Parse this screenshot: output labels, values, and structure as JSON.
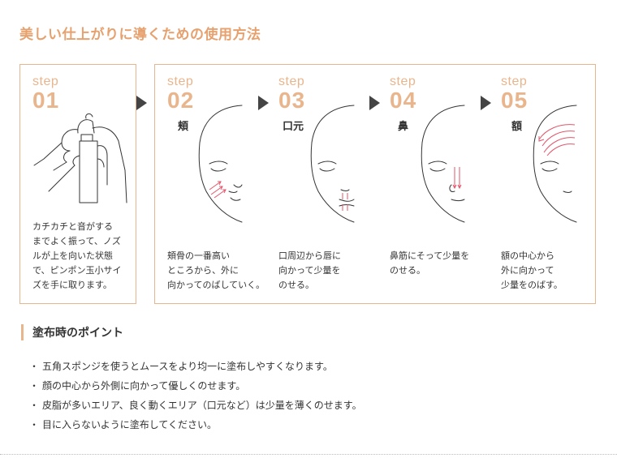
{
  "title": "美しい仕上がりに導くための使用方法",
  "step_word": "step",
  "steps": [
    {
      "num": "01",
      "area": "",
      "desc": "カチカチと音がする\nまでよく振って、ノズ\nルが上を向いた状態\nで、ピンポン玉小サイ\nズを手に取ります。"
    },
    {
      "num": "02",
      "area": "頬",
      "desc": "頬骨の一番高い\nところから、外に\n向かってのばしていく。"
    },
    {
      "num": "03",
      "area": "口元",
      "desc": "口周辺から唇に\n向かって少量を\nのせる。"
    },
    {
      "num": "04",
      "area": "鼻",
      "desc": "鼻筋にそって少量を\nのせる。"
    },
    {
      "num": "05",
      "area": "額",
      "desc": "額の中心から\n外に向かって\n少量をのばす。"
    }
  ],
  "points": {
    "title": "塗布時のポイント",
    "bullet": "・",
    "items": [
      "五角スポンジを使うとムースをより均一に塗布しやすくなります。",
      "顔の中心から外側に向かって優しくのせます。",
      "皮脂が多いエリア、良く動くエリア（口元など）は少量を薄くのせます。",
      "目に入らないように塗布してください。"
    ]
  },
  "colors": {
    "accent": "#e6a16e",
    "border": "#e9b58d",
    "arrow": "#444444",
    "marks": "#e2556a"
  },
  "icons": [
    "hands-bottle-illustration",
    "face-cheek-illustration",
    "face-mouth-illustration",
    "face-nose-illustration",
    "face-forehead-illustration",
    "step-arrow-icon"
  ]
}
